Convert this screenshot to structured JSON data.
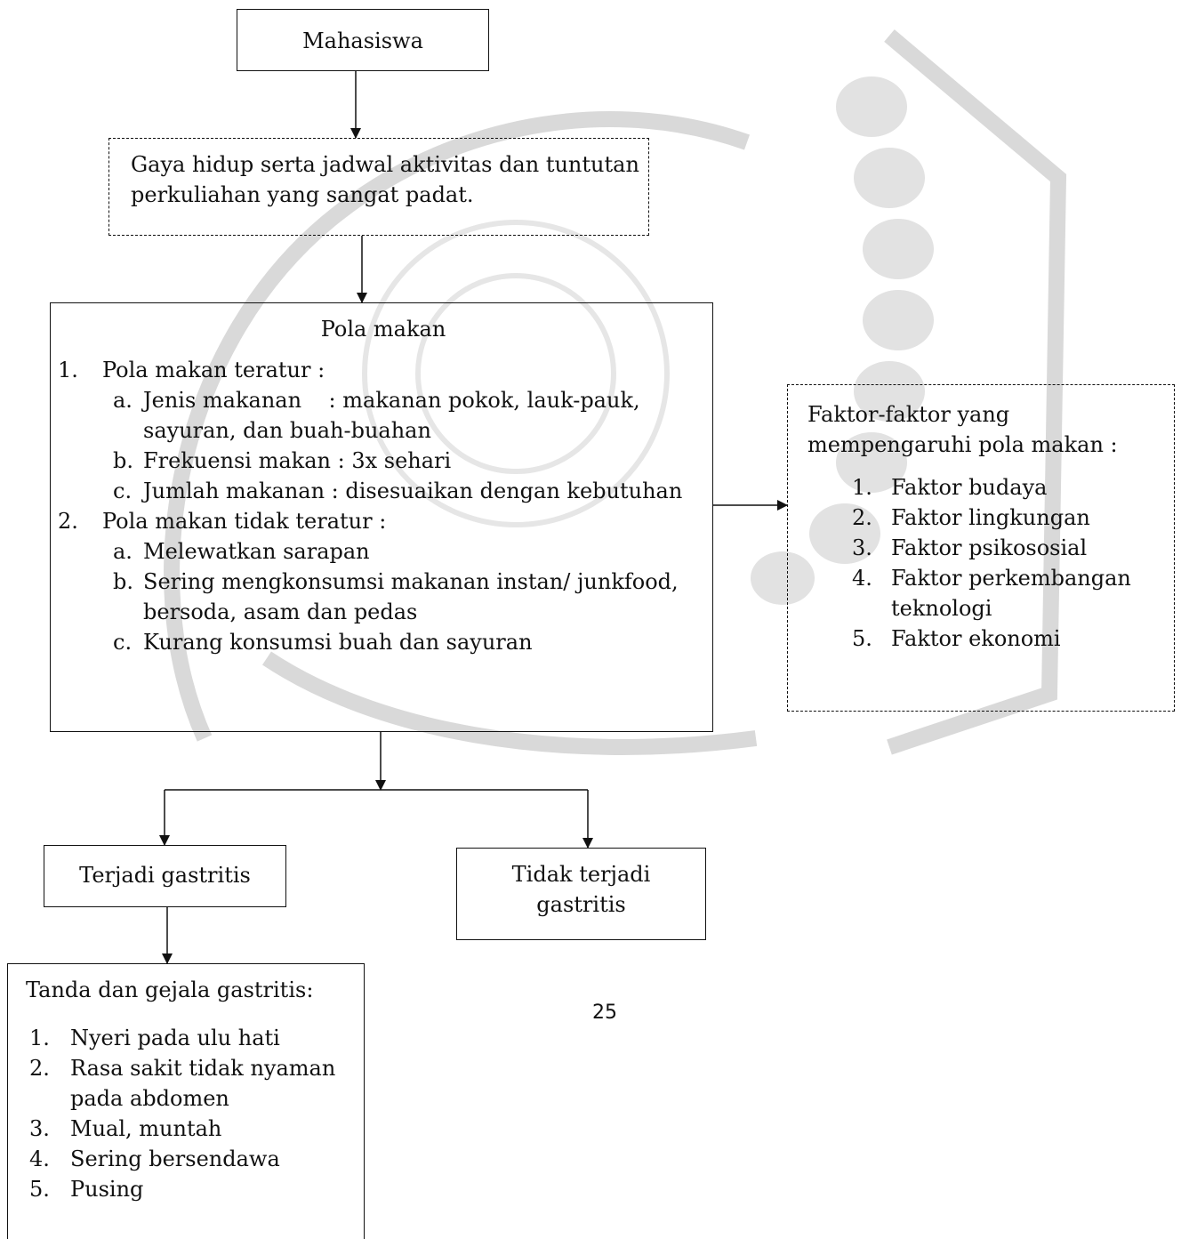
{
  "nodes": {
    "mahasiswa": "Mahasiswa",
    "gaya_hidup": "Gaya hidup serta jadwal aktivitas dan tuntutan perkuliahan yang sangat padat.",
    "pola_makan": {
      "title": "Pola makan",
      "items": [
        {
          "marker": "1.",
          "label": "Pola makan teratur :",
          "subs": [
            {
              "marker": "a.",
              "text": "Jenis makanan    : makanan pokok, lauk-pauk, sayuran, dan buah-buahan"
            },
            {
              "marker": "b.",
              "text": "Frekuensi makan : 3x sehari"
            },
            {
              "marker": "c.",
              "text": "Jumlah makanan : disesuaikan dengan kebutuhan"
            }
          ]
        },
        {
          "marker": "2.",
          "label": "Pola makan tidak teratur :",
          "subs": [
            {
              "marker": "a.",
              "text": "Melewatkan sarapan"
            },
            {
              "marker": "b.",
              "text": "Sering mengkonsumsi makanan instan/ junkfood, bersoda, asam dan pedas"
            },
            {
              "marker": "c.",
              "text": "Kurang konsumsi buah dan sayuran"
            }
          ]
        }
      ]
    },
    "faktor": {
      "title": "Faktor-faktor yang mempengaruhi pola makan :",
      "items": [
        {
          "marker": "1.",
          "text": "Faktor budaya"
        },
        {
          "marker": "2.",
          "text": "Faktor lingkungan"
        },
        {
          "marker": "3.",
          "text": "Faktor psikososial"
        },
        {
          "marker": "4.",
          "text": "Faktor perkembangan teknologi"
        },
        {
          "marker": "5.",
          "text": "Faktor ekonomi"
        }
      ]
    },
    "terjadi": "Terjadi gastritis",
    "tidak_terjadi": "Tidak terjadi gastritis",
    "tanda": {
      "title": "Tanda dan gejala gastritis:",
      "items": [
        {
          "marker": "1.",
          "text": "Nyeri pada ulu hati"
        },
        {
          "marker": "2.",
          "text": "Rasa sakit tidak nyaman pada abdomen"
        },
        {
          "marker": "3.",
          "text": "Mual, muntah"
        },
        {
          "marker": "4.",
          "text": "Sering bersendawa"
        },
        {
          "marker": "5.",
          "text": "Pusing"
        }
      ]
    }
  },
  "page_number": "25",
  "colors": {
    "line": "#111111",
    "watermark": "#d9d9d9"
  }
}
